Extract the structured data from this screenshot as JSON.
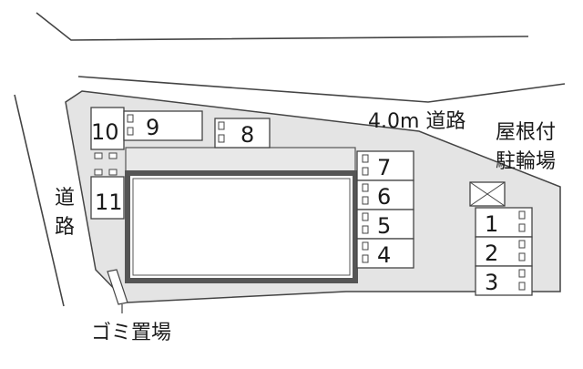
{
  "labels": {
    "road_top": "4.0m 道路",
    "road_left_1": "道",
    "road_left_2": "路",
    "roof_bike_1": "屋根付",
    "roof_bike_2": "駐輪場",
    "garbage": "ゴミ置場"
  },
  "parking_spaces": [
    "1",
    "2",
    "3",
    "4",
    "5",
    "6",
    "7",
    "8",
    "9",
    "10",
    "11"
  ],
  "colors": {
    "site_fill": "#e4e4e4",
    "line": "#333333",
    "building_outline": "#555555",
    "space_fill": "#ffffff"
  }
}
